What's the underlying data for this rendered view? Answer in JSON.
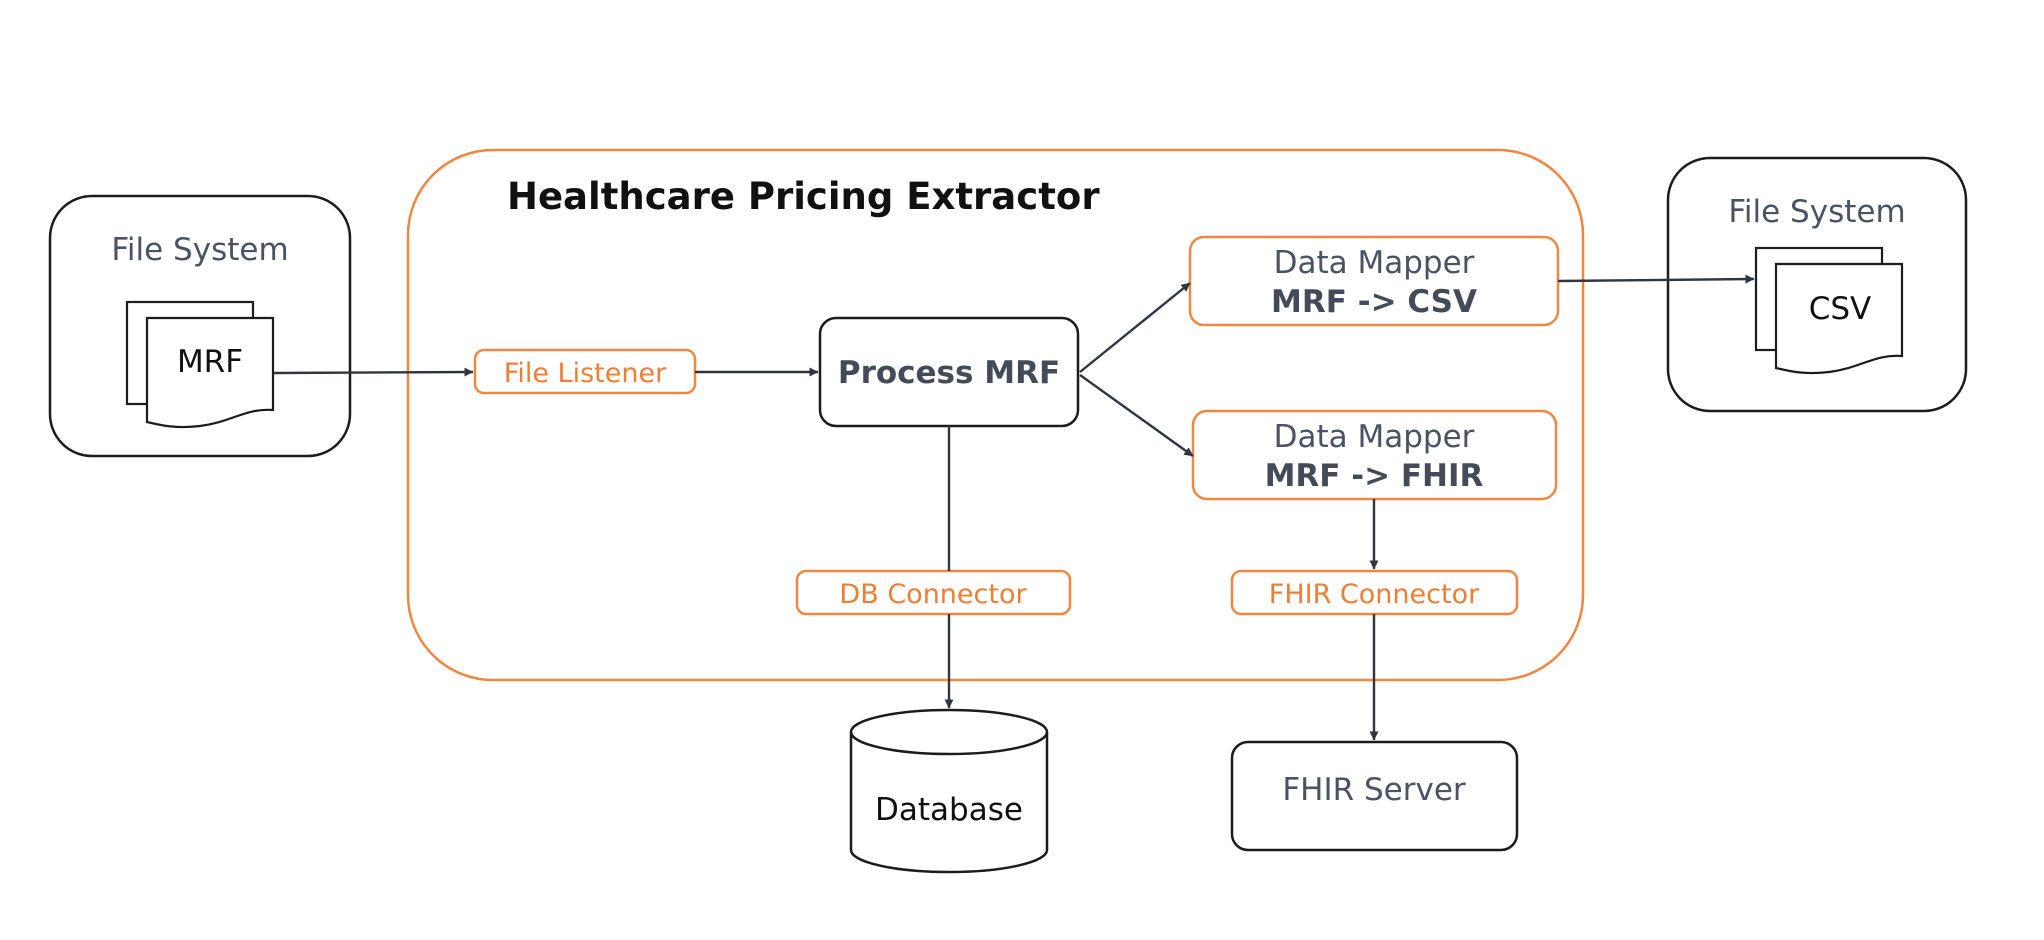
{
  "diagram": {
    "title": "Healthcare Pricing Extractor",
    "source_fs": {
      "label": "File System",
      "doc": "MRF"
    },
    "target_fs": {
      "label": "File System",
      "doc": "CSV"
    },
    "file_listener": "File Listener",
    "process": "Process MRF",
    "mapper_csv": {
      "label": "Data Mapper",
      "detail": "MRF -> CSV"
    },
    "mapper_fhir": {
      "label": "Data Mapper",
      "detail": "MRF -> FHIR"
    },
    "db_connector": "DB Connector",
    "fhir_connector": "FHIR Connector",
    "database": "Database",
    "fhir_server": "FHIR Server"
  },
  "colors": {
    "accent": "#ee7e33",
    "ink": "#2f3640",
    "muted_text": "#4a5363"
  }
}
